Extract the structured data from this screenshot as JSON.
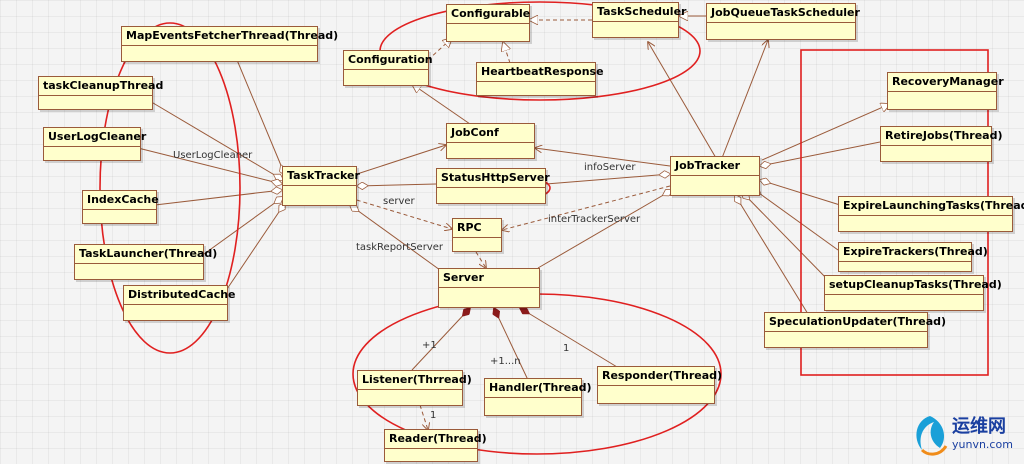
{
  "classes": {
    "configurable": "Configurable",
    "task_scheduler": "TaskScheduler",
    "job_queue_task_scheduler": "JobQueueTaskScheduler",
    "map_events_fetcher": "MapEventsFetcherThread(Thread)",
    "configuration": "Configuration",
    "heartbeat_response": "HeartbeatResponse",
    "task_cleanup_thread": "taskCleanupThread",
    "recovery_manager": "RecoveryManager",
    "user_log_cleaner": "UserLogCleaner",
    "job_conf": "JobConf",
    "retire_jobs": "RetireJobs(Thread)",
    "task_tracker": "TaskTracker",
    "status_http_server": "StatusHttpServer",
    "job_tracker": "JobTracker",
    "index_cache": "IndexCache",
    "expire_launching_tasks": "ExpireLaunchingTasks(Thread)",
    "rpc": "RPC",
    "task_launcher": "TaskLauncher(Thread)",
    "expire_trackers": "ExpireTrackers(Thread)",
    "server": "Server",
    "setup_cleanup_tasks": "setupCleanupTasks(Thread)",
    "distributed_cache": "DistributedCache",
    "speculation_updater": "SpeculationUpdater(Thread)",
    "listener": "Listener(Thrread)",
    "handler": "Handler(Thread)",
    "responder": "Responder(Thread)",
    "reader": "Reader(Thread)"
  },
  "labels": {
    "user_log_cleaner": "UserLogCleaner",
    "info_server": "infoServer",
    "server": "server",
    "inter_tracker_server": "interTrackerServer",
    "task_report_server": "taskReportServer",
    "mult_listener": "+1",
    "mult_handler": "+1...n",
    "mult_responder": "1",
    "mult_reader": "1"
  },
  "watermark": {
    "title": "运维网",
    "url": "yunvn.com"
  },
  "colors": {
    "class_fill": "#ffffcc",
    "class_border": "#9a5a3a",
    "connector": "#9a5a3a",
    "highlight": "#e02020"
  }
}
